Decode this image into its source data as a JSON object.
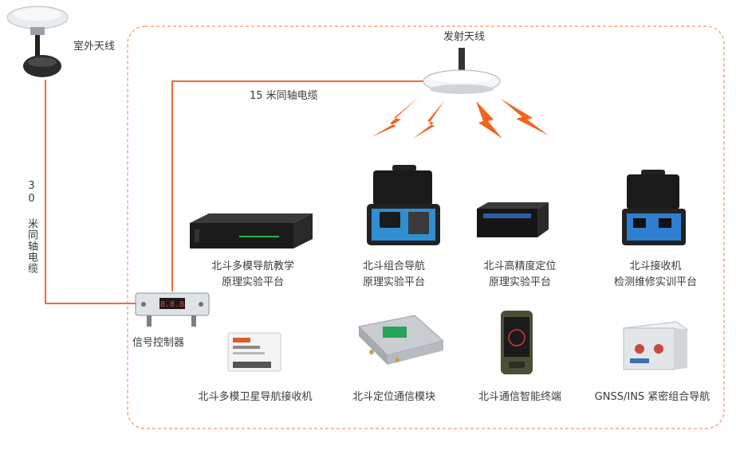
{
  "antennas": {
    "outdoor": "室外天线",
    "transmit": "发射天线"
  },
  "cables": {
    "cable_15m": "15 米同轴电缆",
    "cable_30m": "30 米同轴电缆"
  },
  "controller": {
    "label": "信号控制器",
    "display": "8.8.8"
  },
  "devices": [
    {
      "line1": "北斗多模导航教学",
      "line2": "原理实验平台"
    },
    {
      "line1": "北斗组合导航",
      "line2": "原理实验平台"
    },
    {
      "line1": "北斗高精度定位",
      "line2": "原理实验平台"
    },
    {
      "line1": "北斗接收机",
      "line2": "检测维修实训平台"
    },
    {
      "line1": "北斗多模卫星导航接收机",
      "line2": ""
    },
    {
      "line1": "北斗定位通信模块",
      "line2": ""
    },
    {
      "line1": "北斗通信智能终端",
      "line2": ""
    },
    {
      "line1": "GNSS/INS 紧密组合导航",
      "line2": ""
    }
  ],
  "colors": {
    "cable": "#f06a3c",
    "border": "#f0936a",
    "signal": "#f26322"
  }
}
